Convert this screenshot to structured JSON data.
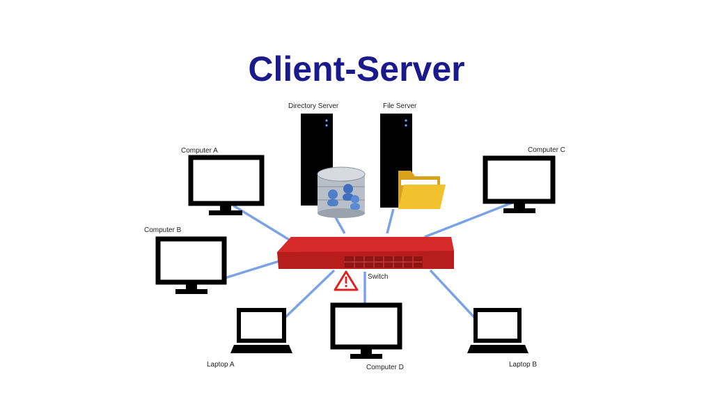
{
  "title": "Client-Server",
  "labels": {
    "directory_server": "Directory Server",
    "file_server": "File Server",
    "computer_a": "Computer A",
    "computer_b": "Computer B",
    "computer_c": "Computer C",
    "computer_d": "Computer D",
    "laptop_a": "Laptop A",
    "laptop_b": "Laptop B",
    "switch": "Switch"
  },
  "colors": {
    "title": "#1a1a8c",
    "switch_body": "#cc2222",
    "link": "#7aa3e5",
    "folder": "#f2c12e",
    "database": "#4f7fc9",
    "warning": "#dd2222"
  },
  "icons": [
    "database-icon",
    "folder-icon",
    "warning-icon"
  ]
}
